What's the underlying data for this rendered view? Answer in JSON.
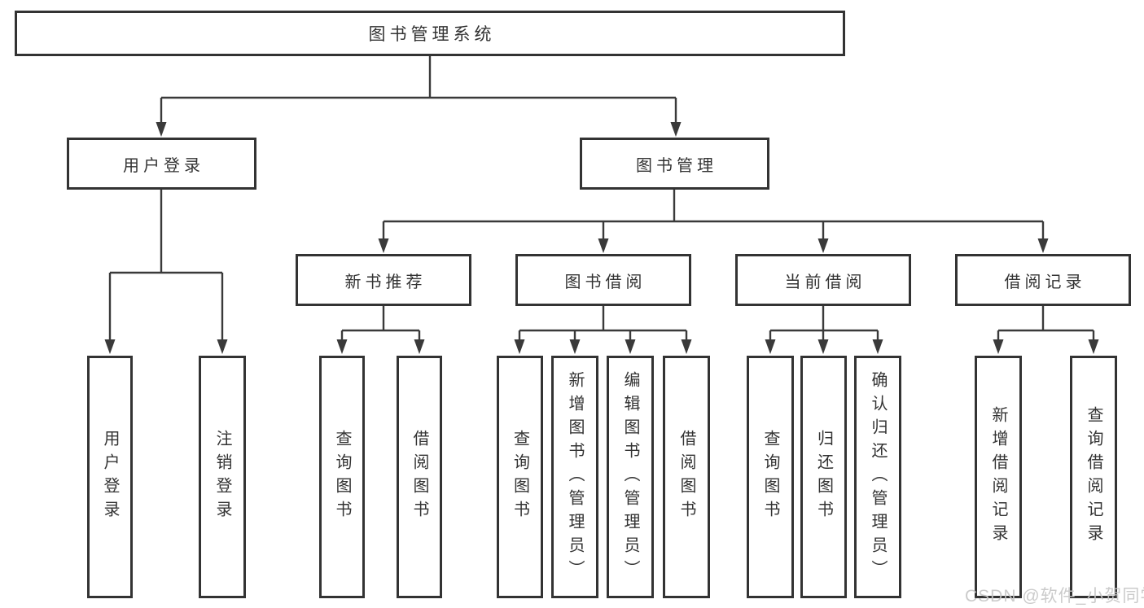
{
  "diagram": {
    "title": "图书管理系统",
    "root": {
      "label": "图书管理系统"
    },
    "level2": [
      {
        "label": "用户登录"
      },
      {
        "label": "图书管理"
      }
    ],
    "level3": [
      {
        "label": "新书推荐"
      },
      {
        "label": "图书借阅"
      },
      {
        "label": "当前借阅"
      },
      {
        "label": "借阅记录"
      }
    ],
    "leaves": {
      "user_login": [
        "用户登录",
        "注销登录"
      ],
      "new_book": [
        "查询图书",
        "借阅图书"
      ],
      "book_borrow": [
        "查询图书",
        "新增图书（管理员）",
        "编辑图书（管理员）",
        "借阅图书"
      ],
      "current_borrow": [
        "查询图书",
        "归还图书",
        "确认归还（管理员）"
      ],
      "borrow_record": [
        "新增借阅记录",
        "查询借阅记录"
      ]
    }
  },
  "watermark": {
    "text": "CSDN @软件_小贺同学"
  },
  "colors": {
    "line": "#3a3a3a",
    "border": "#333333",
    "text": "#333333",
    "watermark": "#c6c6c6",
    "background": "#ffffff"
  }
}
